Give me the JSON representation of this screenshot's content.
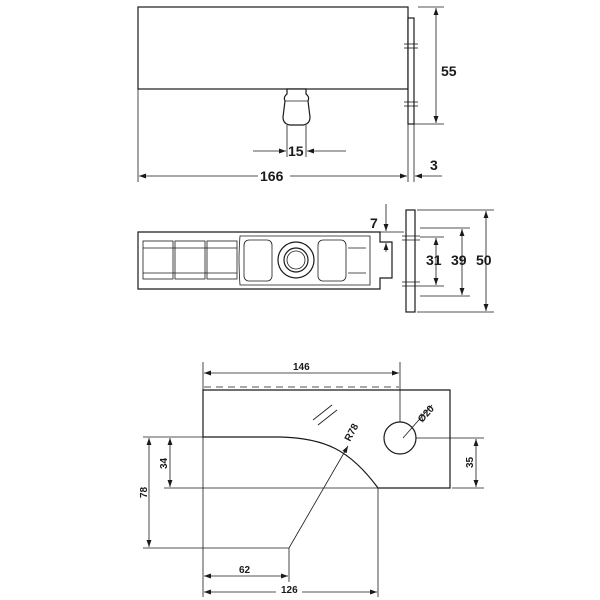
{
  "top_view": {
    "dims": {
      "height": "55",
      "pin_width": "15",
      "length": "166",
      "plate_thickness": "3"
    }
  },
  "middle_view": {
    "dims": {
      "offset": "7",
      "inner": "31",
      "middle": "39",
      "outer": "50"
    }
  },
  "bottom_view": {
    "dims": {
      "top_length": "146",
      "hole": "Ø20",
      "radius": "R78",
      "inner_height": "34",
      "outer_height": "78",
      "right_height": "35",
      "center_offset": "62",
      "bottom_length": "126"
    }
  }
}
